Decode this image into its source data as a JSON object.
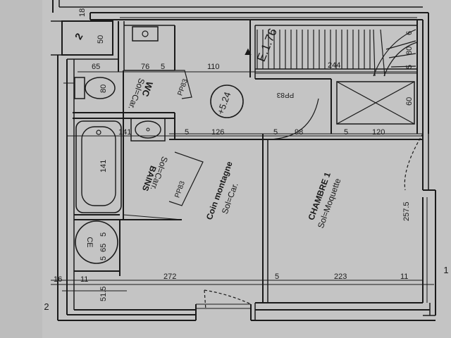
{
  "rooms": {
    "wc": {
      "name": "WC",
      "floor": "Sol=Car."
    },
    "bath": {
      "name": "BAINS",
      "floor": "Sol=Carr."
    },
    "corner": {
      "name": "Coin montagne",
      "floor": "Sol=Car."
    },
    "bedroom": {
      "name": "CHAMBRE 1",
      "floor": "Sol=Moquette"
    }
  },
  "marks": {
    "level": "+5.24",
    "stair": "E.1.76",
    "ce": "CE",
    "door_wc": "PP83",
    "door_bath": "PP83",
    "door_corner": "PP83",
    "section_top": "2",
    "section_left": "2",
    "section_right": "1"
  },
  "dimensions": {
    "top_18": "18",
    "box_50": "50",
    "d65": "65",
    "d76": "76",
    "d5a": "5",
    "d110": "110",
    "d244": "244",
    "d80wc": "80",
    "d6": "6",
    "d80st": "80",
    "d5st": "5",
    "d60": "60",
    "d141h": "141",
    "d5b": "5",
    "d126": "126",
    "d5c": "5",
    "d98": "98",
    "d5d": "5",
    "d120": "120",
    "d141v": "141",
    "d257": "257.5",
    "ce_5a": "5",
    "ce_65": "65",
    "ce_5b": "5",
    "d16": "16",
    "d11a": "11",
    "d272": "272",
    "d5e": "5",
    "d223": "223",
    "d11b": "11",
    "d51": "51.5"
  }
}
